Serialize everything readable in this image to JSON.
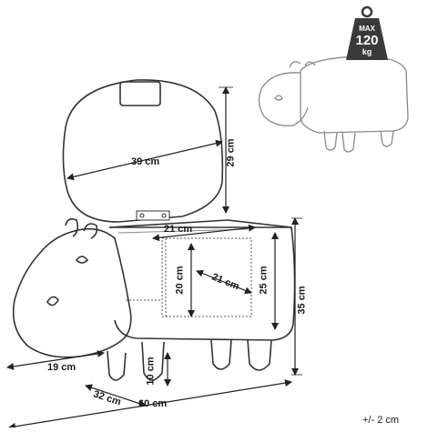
{
  "labels": {
    "lid_width": "39 cm",
    "lid_height": "29 cm",
    "inner_width": "21 cm",
    "inner_height": "20 cm",
    "inner_depth": "21 cm",
    "body_height": "25 cm",
    "total_height": "35 cm",
    "head_length": "19 cm",
    "depth": "32 cm",
    "leg_height": "10 cm",
    "total_length": "60 cm",
    "tolerance": "+/- 2 cm"
  },
  "weight_badge": {
    "line1": "MAX",
    "line2": "120",
    "line3": "kg",
    "icon": "weight-icon"
  },
  "colors": {
    "stroke": "#333333",
    "light_stroke": "#8a8a8a",
    "badge_fill": "#3a3a3a"
  }
}
